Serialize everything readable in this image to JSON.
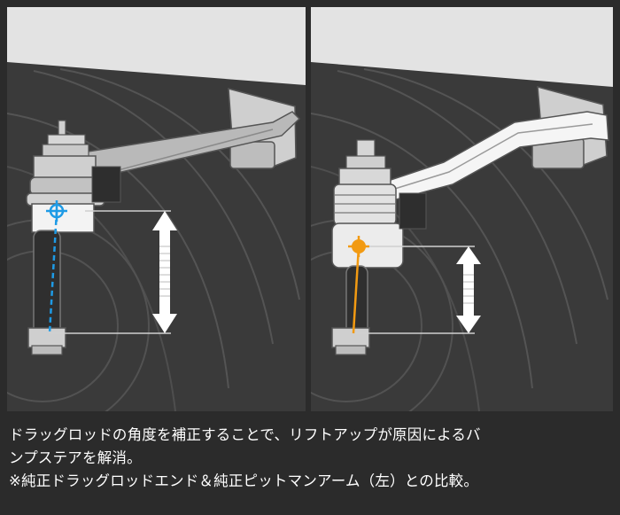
{
  "caption": {
    "line1": "ドラッグロッドの角度を補正することで、リフトアップが原因によるバ",
    "line2": "ンプステアを解消。",
    "line3": "※純正ドラッグロッドエンド＆純正ピットマンアーム（左）との比較。"
  },
  "colors": {
    "page_background": "#2b2b2b",
    "panel_background": "#e3e3e3",
    "tire_dark": "#3a3a3a",
    "left_accent_blue": "#1e9be6",
    "right_accent_orange": "#f29a12",
    "caption_text": "#ffffff"
  },
  "panels": [
    {
      "side": "left",
      "accent": "blue",
      "description_icon": "crosshair-marker-icon"
    },
    {
      "side": "right",
      "accent": "orange",
      "description_icon": "crosshair-marker-icon"
    }
  ]
}
